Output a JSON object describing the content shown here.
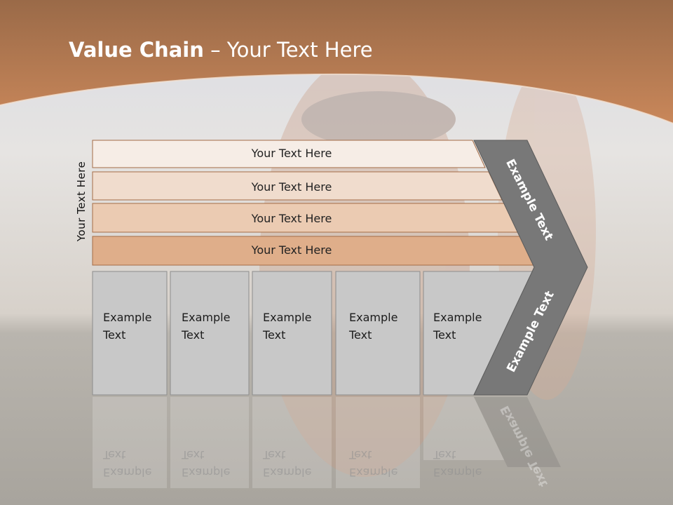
{
  "slide": {
    "title_bold": "Value Chain",
    "title_rest": " – Your Text Here",
    "vertical_label": "Your Text Here",
    "bars": [
      {
        "label": "Your Text Here",
        "color": "#f6ede6"
      },
      {
        "label": "Your Text Here",
        "color": "#f0dccd"
      },
      {
        "label": "Your Text Here",
        "color": "#ebcbb2"
      },
      {
        "label": "Your Text Here",
        "color": "#dfae8a"
      }
    ],
    "boxes": [
      {
        "line1": "Example",
        "line2": "Text"
      },
      {
        "line1": "Example",
        "line2": "Text"
      },
      {
        "line1": "Example",
        "line2": "Text"
      },
      {
        "line1": "Example",
        "line2": "Text"
      },
      {
        "line1": "Example",
        "line2": "Text"
      }
    ],
    "chevron_top_text": "Example Text",
    "chevron_bottom_text": "Example Text",
    "colors": {
      "header_brown": "#b87850",
      "box_grey": "#c8c8c8",
      "chevron_grey": "#787878"
    }
  }
}
